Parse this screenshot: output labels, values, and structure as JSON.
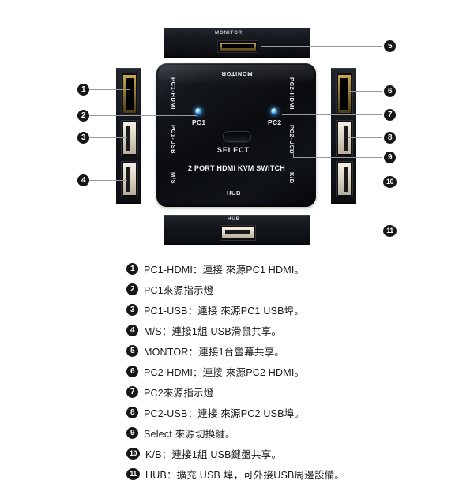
{
  "device": {
    "model_text": "2 PORT HDMI  KVM  SWITCH",
    "select_label": "SELECT",
    "led_pc1_label": "PC1",
    "led_pc2_label": "PC2",
    "silk": {
      "top_monitor": "MONITOR",
      "bottom_hub": "HUB",
      "left_hdmi": "PC1-HDMI",
      "left_usb": "PC1-USB",
      "left_ms": "M/S",
      "right_hdmi": "PC2-HDMI",
      "right_usb": "PC2-USB",
      "right_kb": "K/B"
    }
  },
  "panels": {
    "top_label": "MONITOR",
    "bottom_label": "HUB"
  },
  "markers": {
    "m1": "1",
    "m2": "2",
    "m3": "3",
    "m4": "4",
    "m5": "5",
    "m6": "6",
    "m7": "7",
    "m8": "8",
    "m9": "9",
    "m10": "10",
    "m11": "11"
  },
  "legend": [
    {
      "num": "1",
      "text": "PC1-HDMI：連接 來源PC1 HDMI。"
    },
    {
      "num": "2",
      "text": "PC1來源指示燈"
    },
    {
      "num": "3",
      "text": "PC1-USB：連接 來源PC1 USB埠。"
    },
    {
      "num": "4",
      "text": "M/S：連接1組 USB滑鼠共享。"
    },
    {
      "num": "5",
      "text": "MONTOR：連接1台螢幕共享。"
    },
    {
      "num": "6",
      "text": "PC2-HDMI：連接 來源PC2 HDMI。"
    },
    {
      "num": "7",
      "text": "PC2來源指示燈"
    },
    {
      "num": "8",
      "text": "PC2-USB：連接 來源PC2 USB埠。"
    },
    {
      "num": "9",
      "text": "Select 來源切換鍵。"
    },
    {
      "num": "10",
      "text": "K/B：連接1組 USB鍵盤共享。"
    },
    {
      "num": "11",
      "text": "HUB：擴充 USB 埠，可外接USB周邊設備。"
    }
  ],
  "colors": {
    "led_blue": "#2f9ff0",
    "body_black": "#0a0c10",
    "hdmi_gold": "#c9a94e",
    "usb_white": "#f4efe4",
    "leader_gray": "#9a9a9a"
  }
}
